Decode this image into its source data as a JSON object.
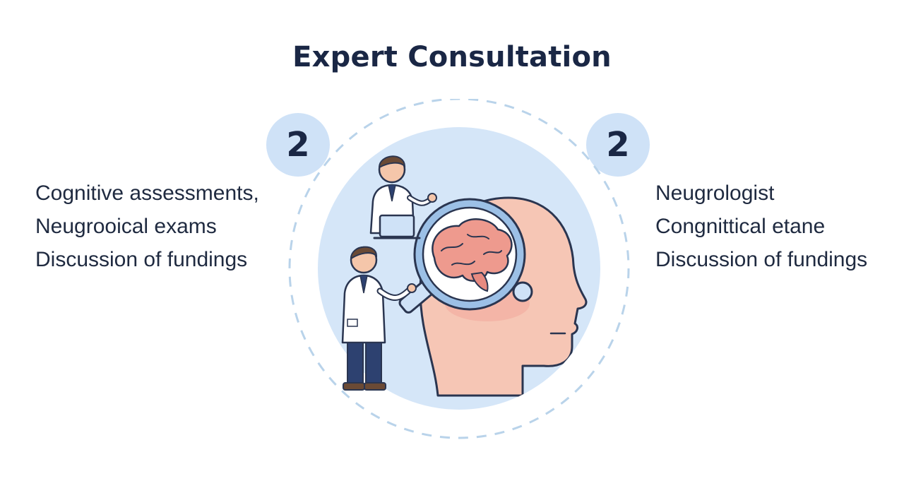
{
  "title": "Expert Consultation",
  "left_badge": {
    "number": "2"
  },
  "right_badge": {
    "number": "2"
  },
  "left_items": [
    "Cognitive assessments,",
    "Neugrooical exams",
    "Discussion of fundings"
  ],
  "right_items": [
    "Neugrologist",
    "Congnittical etane",
    "Discussion of fundings"
  ],
  "colors": {
    "title": "#1a2745",
    "badge_bg": "#cfe2f7",
    "circle_bg": "#d5e6f8",
    "dashed_ring": "#b9d3ea",
    "head_skin": "#f6c6b5",
    "brain": "#ee9a8e",
    "lens_ring": "#9cc0e6",
    "coat": "#ffffff",
    "pants": "#2d4170",
    "hair": "#6b4a35"
  },
  "icons": [
    "doctor-with-laptop-icon",
    "doctor-pointing-icon",
    "magnifier-icon",
    "brain-icon",
    "head-profile-icon"
  ]
}
